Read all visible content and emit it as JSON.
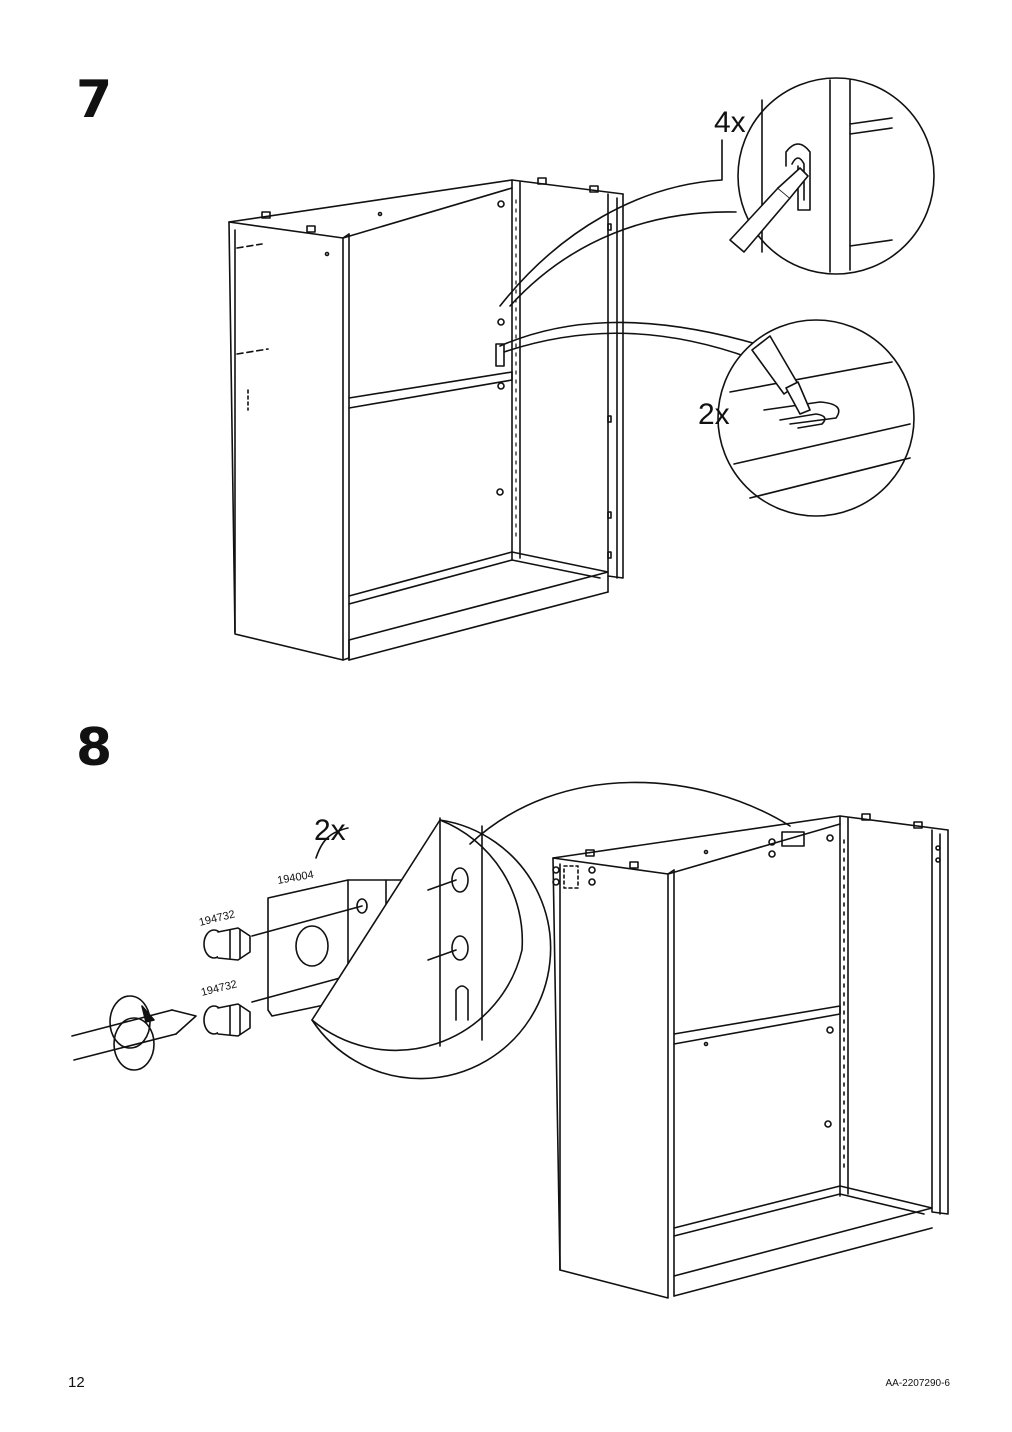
{
  "page": {
    "number": "12",
    "doc_code": "AA-2207290-6"
  },
  "steps": [
    {
      "number": "7",
      "callouts": [
        {
          "quantity": "4x"
        },
        {
          "quantity": "2x"
        }
      ]
    },
    {
      "number": "8",
      "callouts": [
        {
          "quantity": "2x"
        }
      ],
      "parts": {
        "bracket": "194004",
        "screw_top": "194732",
        "screw_bottom": "194732"
      }
    }
  ]
}
